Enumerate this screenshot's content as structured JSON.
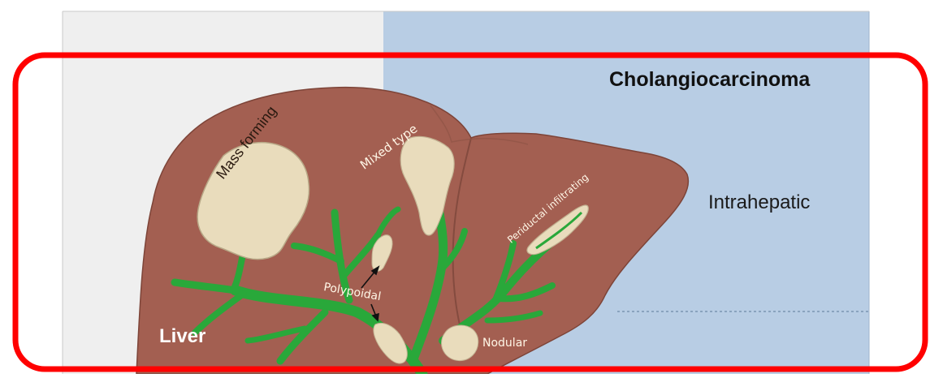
{
  "diagram": {
    "title": "Cholangiocarcinoma",
    "region_label": "Intrahepatic",
    "organ_label": "Liver",
    "tumor_labels": {
      "mass_forming": "Mass forming",
      "mixed_type": "Mixed type",
      "periductal": "Periductal infiltrating",
      "polypoidal": "Polypoidal",
      "nodular": "Nodular"
    }
  },
  "colors": {
    "left_panel": "#efefef",
    "right_panel": "#b8cde4",
    "liver": "#a35f51",
    "duct": "#29a83a",
    "tumor": "#e9dcbc",
    "highlight_frame": "#ff0000"
  }
}
